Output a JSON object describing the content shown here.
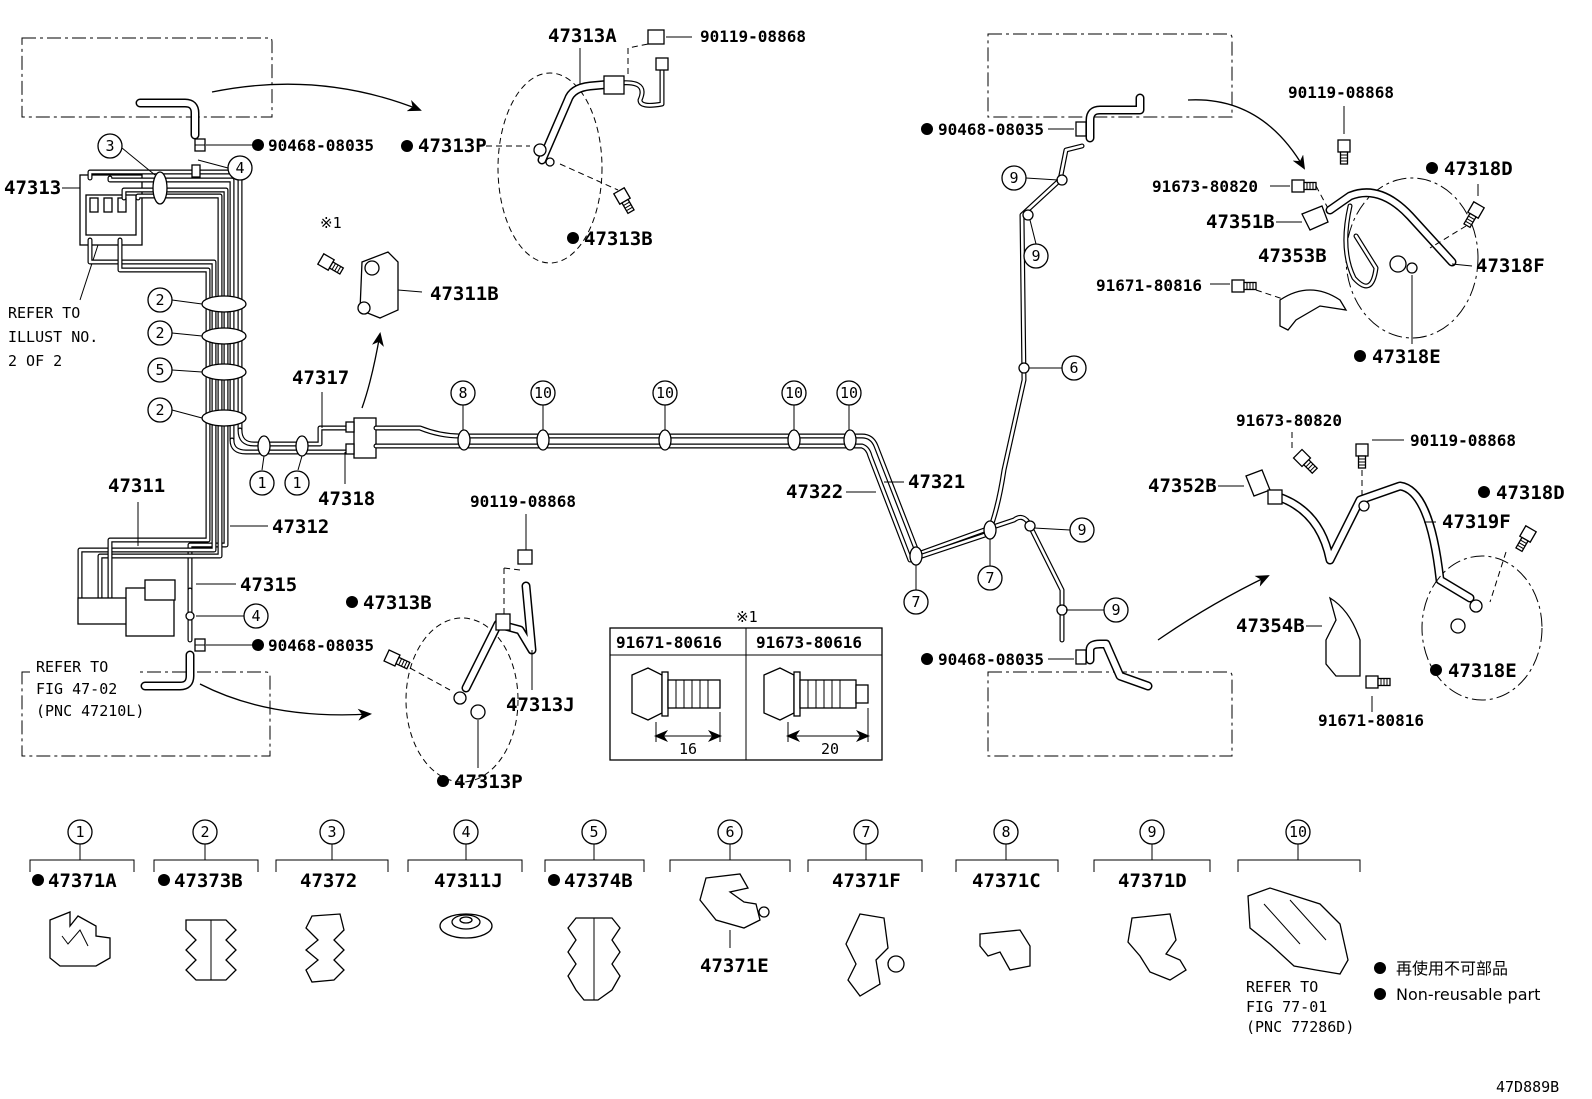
{
  "diagram_id": "47D889B",
  "legend": {
    "jp": "再使用不可部品",
    "en": "Non-reusable part"
  },
  "note_symbol": "※1",
  "circle_labels": {
    "c1a": "1",
    "c1b": "1",
    "c1c": "1",
    "c2a": "2",
    "c2b": "2",
    "c2c": "2",
    "c2d": "2",
    "c3a": "3",
    "c3b": "3",
    "c4a": "4",
    "c4b": "4",
    "c4c": "4",
    "c5a": "5",
    "c5b": "5",
    "c6a": "6",
    "c6b": "6",
    "c7a": "7",
    "c7b": "7",
    "c7c": "7",
    "c8a": "8",
    "c8b": "8",
    "c9a": "9",
    "c9b": "9",
    "c9c": "9",
    "c9d": "9",
    "c9e": "9",
    "c10a": "10",
    "c10b": "10",
    "c10c": "10",
    "c10d": "10",
    "c10e": "10"
  },
  "parts": {
    "p47313": "47313",
    "p47313A": "47313A",
    "p90119_a": "90119-08868",
    "p47313P_top": "47313P",
    "p90468_a": "90468-08035",
    "p47313B_top": "47313B",
    "p47311B": "47311B",
    "p47317": "47317",
    "p47318": "47318",
    "p47311": "47311",
    "p47312": "47312",
    "p47315": "47315",
    "p90468_b": "90468-08035",
    "p90119_b": "90119-08868",
    "p47313B_bot": "47313B",
    "p47313J": "47313J",
    "p47313P_bot": "47313P",
    "p47322": "47322",
    "p47321": "47321",
    "p90468_c": "90468-08035",
    "p90468_d": "90468-08035",
    "p90119_c": "90119-08868",
    "p91673_a": "91673-80820",
    "p47351B": "47351B",
    "p47353B": "47353B",
    "p91671_a": "91671-80816",
    "p47318D_top": "47318D",
    "p47318F": "47318F",
    "p47318E_top": "47318E",
    "p91673_b": "91673-80820",
    "p90119_d": "90119-08868",
    "p47352B": "47352B",
    "p47318D_bot": "47318D",
    "p47319F": "47319F",
    "p47354B": "47354B",
    "p47318E_bot": "47318E",
    "p91671_b": "91671-80816"
  },
  "refer_notes": {
    "illust_line1": "REFER TO",
    "illust_line2": "ILLUST NO.",
    "illust_line3": "2 OF 2",
    "fig47_line1": "REFER TO",
    "fig47_line2": "FIG 47-02",
    "fig47_line3": "(PNC 47210L)",
    "fig77_line1": "REFER TO",
    "fig77_line2": "FIG 77-01",
    "fig77_line3": "(PNC 77286D)"
  },
  "bolt_table": {
    "col1_part": "91671-80616",
    "col1_len": "16",
    "col2_part": "91673-80616",
    "col2_len": "20"
  },
  "clip_legend": [
    {
      "num": "1",
      "part": "47371A",
      "nonreusable": true
    },
    {
      "num": "2",
      "part": "47373B",
      "nonreusable": true
    },
    {
      "num": "3",
      "part": "47372",
      "nonreusable": false
    },
    {
      "num": "4",
      "part": "47311J",
      "nonreusable": false
    },
    {
      "num": "5",
      "part": "47374B",
      "nonreusable": true
    },
    {
      "num": "6",
      "part": "47371E",
      "nonreusable": false
    },
    {
      "num": "7",
      "part": "47371F",
      "nonreusable": false
    },
    {
      "num": "8",
      "part": "47371C",
      "nonreusable": false
    },
    {
      "num": "9",
      "part": "47371D",
      "nonreusable": false
    },
    {
      "num": "10",
      "part": "",
      "nonreusable": false
    }
  ]
}
